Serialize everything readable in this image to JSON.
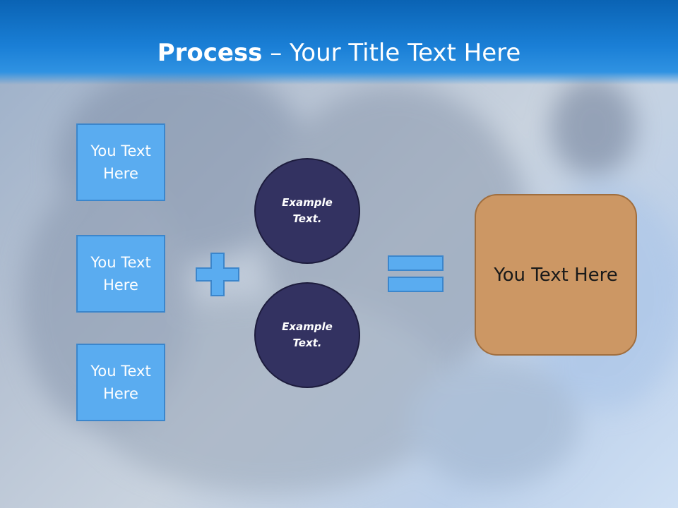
{
  "slide": {
    "title_bold": "Process",
    "title_rest": " – Your Title Text Here"
  },
  "inputs": [
    {
      "label": "You Text Here"
    },
    {
      "label": "You Text Here"
    },
    {
      "label": "You Text Here"
    }
  ],
  "circles": [
    {
      "label": "Example Text."
    },
    {
      "label": "Example Text."
    }
  ],
  "result": {
    "label": "You Text Here"
  },
  "colors": {
    "header": "#1a7fd6",
    "input_box": "#5aacf0",
    "circle": "#333261",
    "result_box": "#cc9764",
    "operator": "#5aacf0"
  },
  "icons": {
    "plus": "plus-icon",
    "equals": "equals-icon"
  }
}
